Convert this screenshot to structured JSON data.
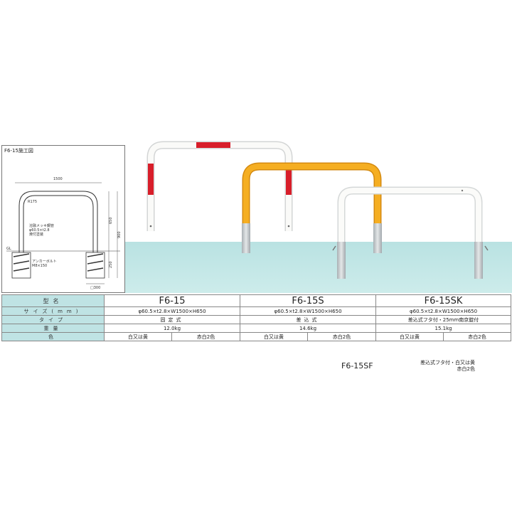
{
  "drawing": {
    "title": "F6-15施工図",
    "labels": {
      "width": "1500",
      "radius": "R175",
      "height_total": "650",
      "height_full": "900",
      "depth": "250",
      "pipe_1": "溶融メッキ鋼管",
      "pipe_2": "φ60.5×t2.8",
      "pipe_3": "焼付塗装",
      "gl": "GL",
      "anchor_1": "アンカーボルト",
      "anchor_2": "M8×150",
      "base": "□300"
    }
  },
  "products": {
    "colors": {
      "red": "#d81e2a",
      "white": "#f5f5f2",
      "yellow": "#f2a81c",
      "gray": "#c8cdd0"
    }
  },
  "table": {
    "labels": {
      "model": "型名",
      "size": "サイズ(mm)",
      "type": "タイプ",
      "weight": "重量",
      "color": "色"
    },
    "columns": [
      {
        "model": "F6-15",
        "size": "φ60.5×t2.8×W1500×H650",
        "type": "固定式",
        "weight": "12.0kg",
        "color_a": "白又は黄",
        "color_b": "赤白2色"
      },
      {
        "model": "F6-15S",
        "size": "φ60.5×t2.8×W1500×H650",
        "type": "差込式",
        "weight": "14.6kg",
        "color_a": "白又は黄",
        "color_b": "赤白2色"
      },
      {
        "model": "F6-15SK",
        "size": "φ60.5×t2.8×W1500×H650",
        "type": "差込式フタ付・25mm南京錠付",
        "weight": "15.1kg",
        "color_a": "白又は黄",
        "color_b": "赤白2色"
      }
    ]
  },
  "sf": {
    "model": "F6-15SF",
    "desc_1": "差込式フタ付・白又は黄",
    "desc_2": "赤白2色"
  }
}
